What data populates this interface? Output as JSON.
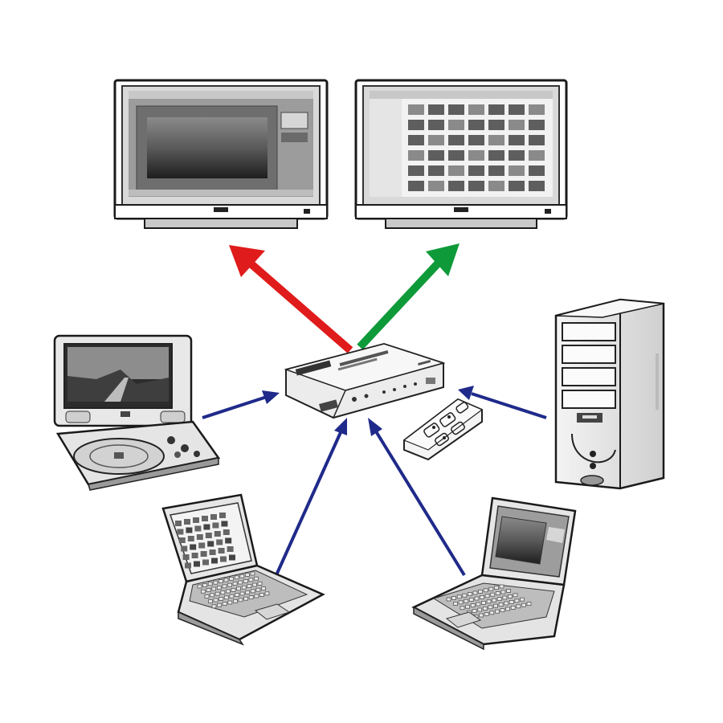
{
  "diagram": {
    "sources": [
      "portable-dvd-player",
      "laptop-left",
      "laptop-right",
      "desktop-tower"
    ],
    "outputs": [
      "monitor-left",
      "monitor-right"
    ],
    "hub": "hdmi-matrix-switch",
    "remote": "ir-remote-control",
    "arrows": [
      {
        "from": "hdmi-matrix-switch",
        "to": "monitor-left",
        "color": "#e01b1b"
      },
      {
        "from": "hdmi-matrix-switch",
        "to": "monitor-right",
        "color": "#0f9a3a"
      },
      {
        "from": "portable-dvd-player",
        "to": "hdmi-matrix-switch",
        "color": "#1f2a8a"
      },
      {
        "from": "laptop-left",
        "to": "hdmi-matrix-switch",
        "color": "#1f2a8a"
      },
      {
        "from": "laptop-right",
        "to": "hdmi-matrix-switch",
        "color": "#1f2a8a"
      },
      {
        "from": "desktop-tower",
        "to": "hdmi-matrix-switch",
        "color": "#1f2a8a"
      }
    ]
  },
  "colors": {
    "output_left": "#e01b1b",
    "output_right": "#0f9a3a",
    "input": "#1f2a8a",
    "device_outline": "#2a2a2a",
    "device_fill": "#e9e9e9",
    "screen_dark": "#3a3a3a"
  }
}
